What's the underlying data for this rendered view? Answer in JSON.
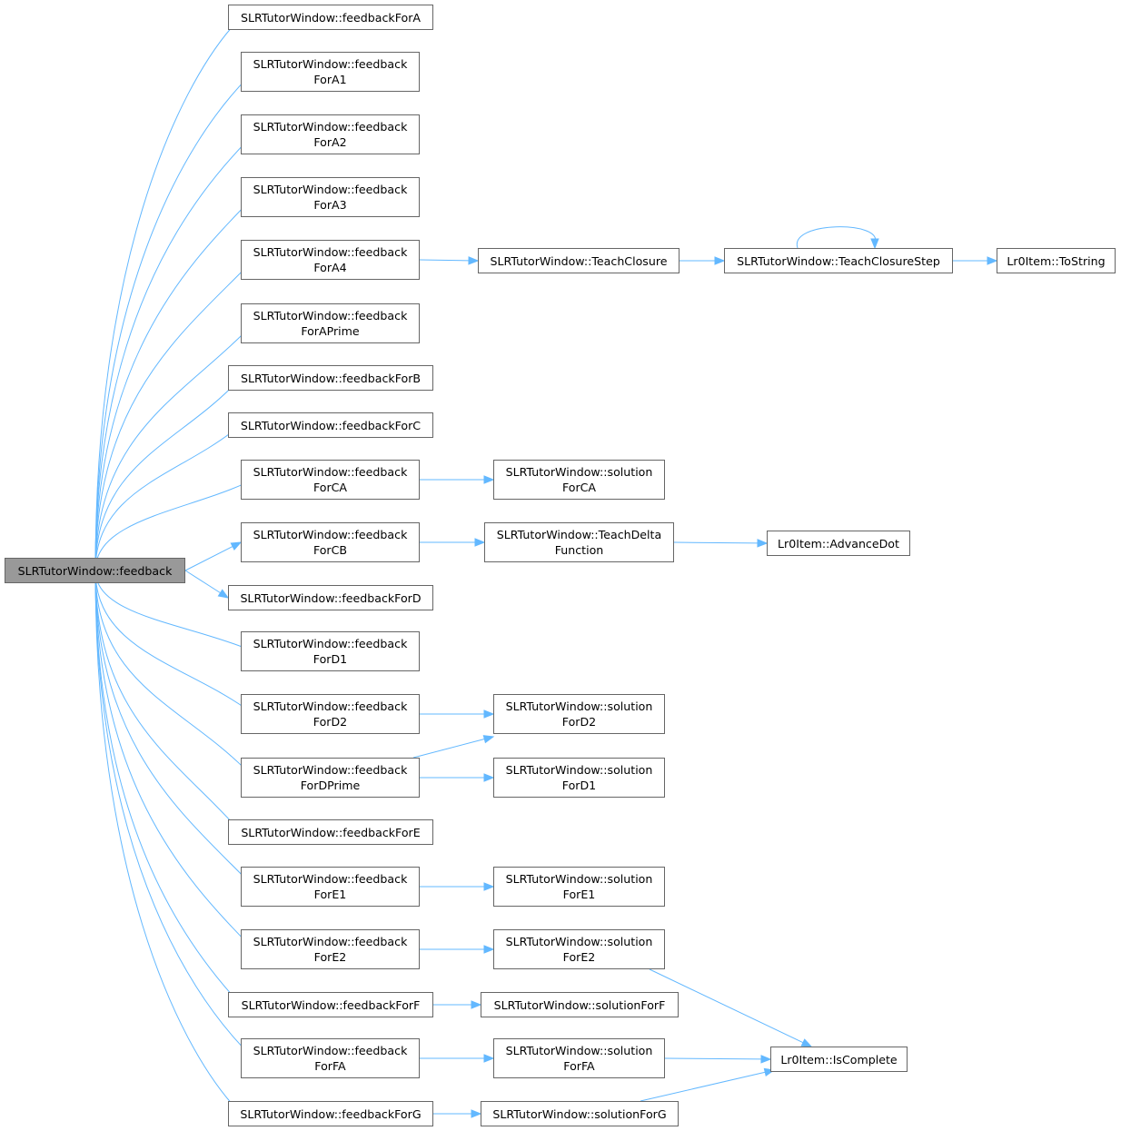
{
  "colors": {
    "edge": "#63b8ff",
    "root_fill": "#999999",
    "node_fill": "#ffffff",
    "border": "#666666"
  },
  "nodes": {
    "feedback": [
      "SLRTutorWindow::feedback"
    ],
    "feedbackForA": [
      "SLRTutorWindow::feedbackForA"
    ],
    "feedbackForA1": [
      "SLRTutorWindow::feedback",
      "ForA1"
    ],
    "feedbackForA2": [
      "SLRTutorWindow::feedback",
      "ForA2"
    ],
    "feedbackForA3": [
      "SLRTutorWindow::feedback",
      "ForA3"
    ],
    "feedbackForA4": [
      "SLRTutorWindow::feedback",
      "ForA4"
    ],
    "feedbackForAPrime": [
      "SLRTutorWindow::feedback",
      "ForAPrime"
    ],
    "feedbackForB": [
      "SLRTutorWindow::feedbackForB"
    ],
    "feedbackForC": [
      "SLRTutorWindow::feedbackForC"
    ],
    "feedbackForCA": [
      "SLRTutorWindow::feedback",
      "ForCA"
    ],
    "feedbackForCB": [
      "SLRTutorWindow::feedback",
      "ForCB"
    ],
    "feedbackForD": [
      "SLRTutorWindow::feedbackForD"
    ],
    "feedbackForD1": [
      "SLRTutorWindow::feedback",
      "ForD1"
    ],
    "feedbackForD2": [
      "SLRTutorWindow::feedback",
      "ForD2"
    ],
    "feedbackForDPrime": [
      "SLRTutorWindow::feedback",
      "ForDPrime"
    ],
    "feedbackForE": [
      "SLRTutorWindow::feedbackForE"
    ],
    "feedbackForE1": [
      "SLRTutorWindow::feedback",
      "ForE1"
    ],
    "feedbackForE2": [
      "SLRTutorWindow::feedback",
      "ForE2"
    ],
    "feedbackForF": [
      "SLRTutorWindow::feedbackForF"
    ],
    "feedbackForFA": [
      "SLRTutorWindow::feedback",
      "ForFA"
    ],
    "feedbackForG": [
      "SLRTutorWindow::feedbackForG"
    ],
    "TeachClosure": [
      "SLRTutorWindow::TeachClosure"
    ],
    "TeachClosureStep": [
      "SLRTutorWindow::TeachClosureStep"
    ],
    "ToString": [
      "Lr0Item::ToString"
    ],
    "solutionForCA": [
      "SLRTutorWindow::solution",
      "ForCA"
    ],
    "TeachDeltaFunction": [
      "SLRTutorWindow::TeachDelta",
      "Function"
    ],
    "AdvanceDot": [
      "Lr0Item::AdvanceDot"
    ],
    "solutionForD2": [
      "SLRTutorWindow::solution",
      "ForD2"
    ],
    "solutionForD1": [
      "SLRTutorWindow::solution",
      "ForD1"
    ],
    "solutionForE1": [
      "SLRTutorWindow::solution",
      "ForE1"
    ],
    "solutionForE2": [
      "SLRTutorWindow::solution",
      "ForE2"
    ],
    "solutionForF": [
      "SLRTutorWindow::solutionForF"
    ],
    "solutionForFA": [
      "SLRTutorWindow::solution",
      "ForFA"
    ],
    "solutionForG": [
      "SLRTutorWindow::solutionForG"
    ],
    "IsComplete": [
      "Lr0Item::IsComplete"
    ]
  },
  "edges": [
    [
      "feedback",
      "feedbackForA"
    ],
    [
      "feedback",
      "feedbackForA1"
    ],
    [
      "feedback",
      "feedbackForA2"
    ],
    [
      "feedback",
      "feedbackForA3"
    ],
    [
      "feedback",
      "feedbackForA4"
    ],
    [
      "feedback",
      "feedbackForAPrime"
    ],
    [
      "feedback",
      "feedbackForB"
    ],
    [
      "feedback",
      "feedbackForC"
    ],
    [
      "feedback",
      "feedbackForCA"
    ],
    [
      "feedback",
      "feedbackForCB"
    ],
    [
      "feedback",
      "feedbackForD"
    ],
    [
      "feedback",
      "feedbackForD1"
    ],
    [
      "feedback",
      "feedbackForD2"
    ],
    [
      "feedback",
      "feedbackForDPrime"
    ],
    [
      "feedback",
      "feedbackForE"
    ],
    [
      "feedback",
      "feedbackForE1"
    ],
    [
      "feedback",
      "feedbackForE2"
    ],
    [
      "feedback",
      "feedbackForF"
    ],
    [
      "feedback",
      "feedbackForFA"
    ],
    [
      "feedback",
      "feedbackForG"
    ],
    [
      "feedbackForA4",
      "TeachClosure"
    ],
    [
      "TeachClosure",
      "TeachClosureStep"
    ],
    [
      "TeachClosureStep",
      "TeachClosureStep"
    ],
    [
      "TeachClosureStep",
      "ToString"
    ],
    [
      "feedbackForCA",
      "solutionForCA"
    ],
    [
      "feedbackForCB",
      "TeachDeltaFunction"
    ],
    [
      "TeachDeltaFunction",
      "AdvanceDot"
    ],
    [
      "feedbackForD2",
      "solutionForD2"
    ],
    [
      "feedbackForDPrime",
      "solutionForD2"
    ],
    [
      "feedbackForDPrime",
      "solutionForD1"
    ],
    [
      "feedbackForE1",
      "solutionForE1"
    ],
    [
      "feedbackForE2",
      "solutionForE2"
    ],
    [
      "solutionForE2",
      "IsComplete"
    ],
    [
      "feedbackForF",
      "solutionForF"
    ],
    [
      "feedbackForFA",
      "solutionForFA"
    ],
    [
      "solutionForFA",
      "IsComplete"
    ],
    [
      "feedbackForG",
      "solutionForG"
    ],
    [
      "solutionForG",
      "IsComplete"
    ]
  ]
}
